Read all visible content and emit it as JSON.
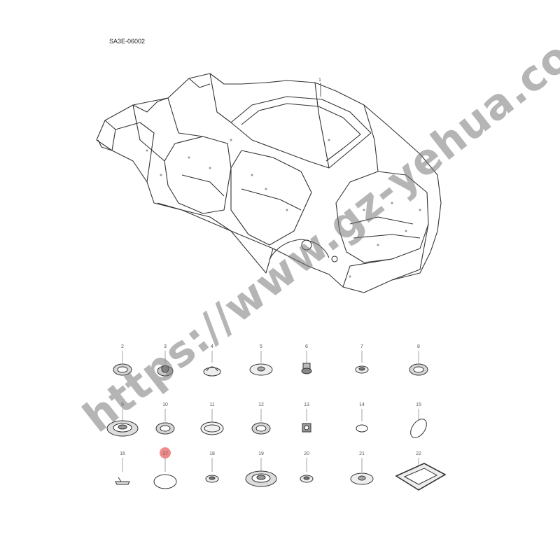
{
  "diagram_code": "SA3E-06002",
  "main_part_number": "1",
  "parts": [
    {
      "number": "2",
      "shape": "ring-grommet"
    },
    {
      "number": "3",
      "shape": "clip-plug"
    },
    {
      "number": "4",
      "shape": "cap-plug"
    },
    {
      "number": "5",
      "shape": "flat-plug"
    },
    {
      "number": "6",
      "shape": "nut"
    },
    {
      "number": "7",
      "shape": "small-plug"
    },
    {
      "number": "8",
      "shape": "ring-grommet"
    },
    {
      "number": "9",
      "shape": "large-ring"
    },
    {
      "number": "10",
      "shape": "ring-grommet"
    },
    {
      "number": "11",
      "shape": "oval-plug"
    },
    {
      "number": "12",
      "shape": "ring-grommet"
    },
    {
      "number": "13",
      "shape": "square-nut"
    },
    {
      "number": "14",
      "shape": "small-disc"
    },
    {
      "number": "15",
      "shape": "oval-disc"
    },
    {
      "number": "16",
      "shape": "tape"
    },
    {
      "number": "17",
      "shape": "disc"
    },
    {
      "number": "18",
      "shape": "small-plug"
    },
    {
      "number": "19",
      "shape": "large-ring"
    },
    {
      "number": "20",
      "shape": "small-plug"
    },
    {
      "number": "21",
      "shape": "flat-plug"
    },
    {
      "number": "22",
      "shape": "frame"
    }
  ],
  "highlighted_part": "17",
  "highlight_color": "#f08a8a",
  "watermark": "https://www.gz-yehua.com"
}
